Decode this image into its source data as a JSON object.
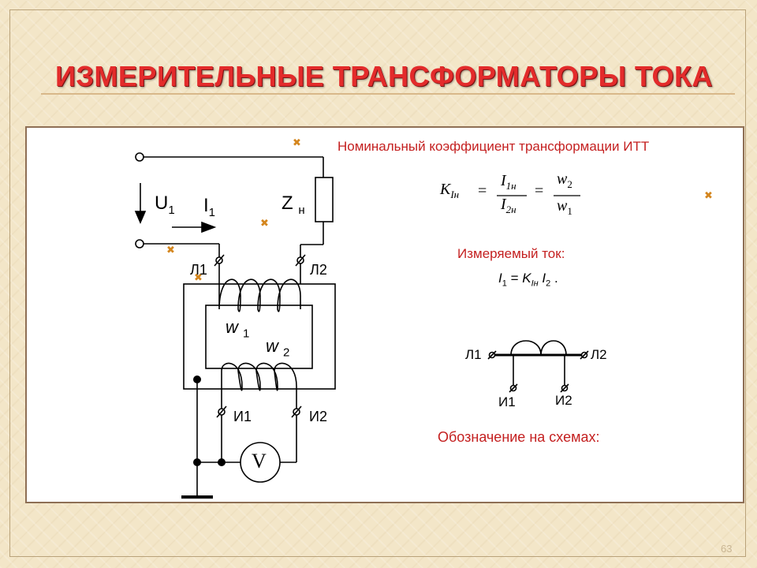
{
  "slide": {
    "title": "ИЗМЕРИТЕЛЬНЫЕ ТРАНСФОРМАТОРЫ ТОКА",
    "page_number": "63"
  },
  "circuit": {
    "u_label": "U",
    "u_sub": "1",
    "i_label": "I",
    "i_sub": "1",
    "z_label": "Z",
    "z_sub": "н",
    "l1": "Л1",
    "l2": "Л2",
    "w1_label": "w",
    "w1_sub": "1",
    "w2_label": "w",
    "w2_sub": "2",
    "i1_terminal": "И1",
    "i2_terminal": "И2",
    "voltmeter": "V"
  },
  "formula": {
    "heading": "Номинальный коэффициент трансформации ИТТ",
    "k": "K",
    "k_sub": "Iн",
    "num1": "I",
    "num1_sub": "1н",
    "den1": "I",
    "den1_sub": "2н",
    "num2": "w",
    "num2_sub": "2",
    "den2": "w",
    "den2_sub": "1",
    "eq": "="
  },
  "measured": {
    "heading": "Измеряемый ток:",
    "i1": "I",
    "i1_sub": "1",
    "eq": " = ",
    "k": "K",
    "k_sub": "Iн",
    "i2": " I",
    "i2_sub": "2",
    "tail": " ."
  },
  "symbol": {
    "l1": "Л1",
    "l2": "Л2",
    "i1": "И1",
    "i2": "И2",
    "caption": "Обозначение на схемах:"
  },
  "colors": {
    "title": "#e32b2b",
    "accent_red": "#c42020",
    "cross": "#d4861e",
    "panel_border": "#8e6f55"
  }
}
